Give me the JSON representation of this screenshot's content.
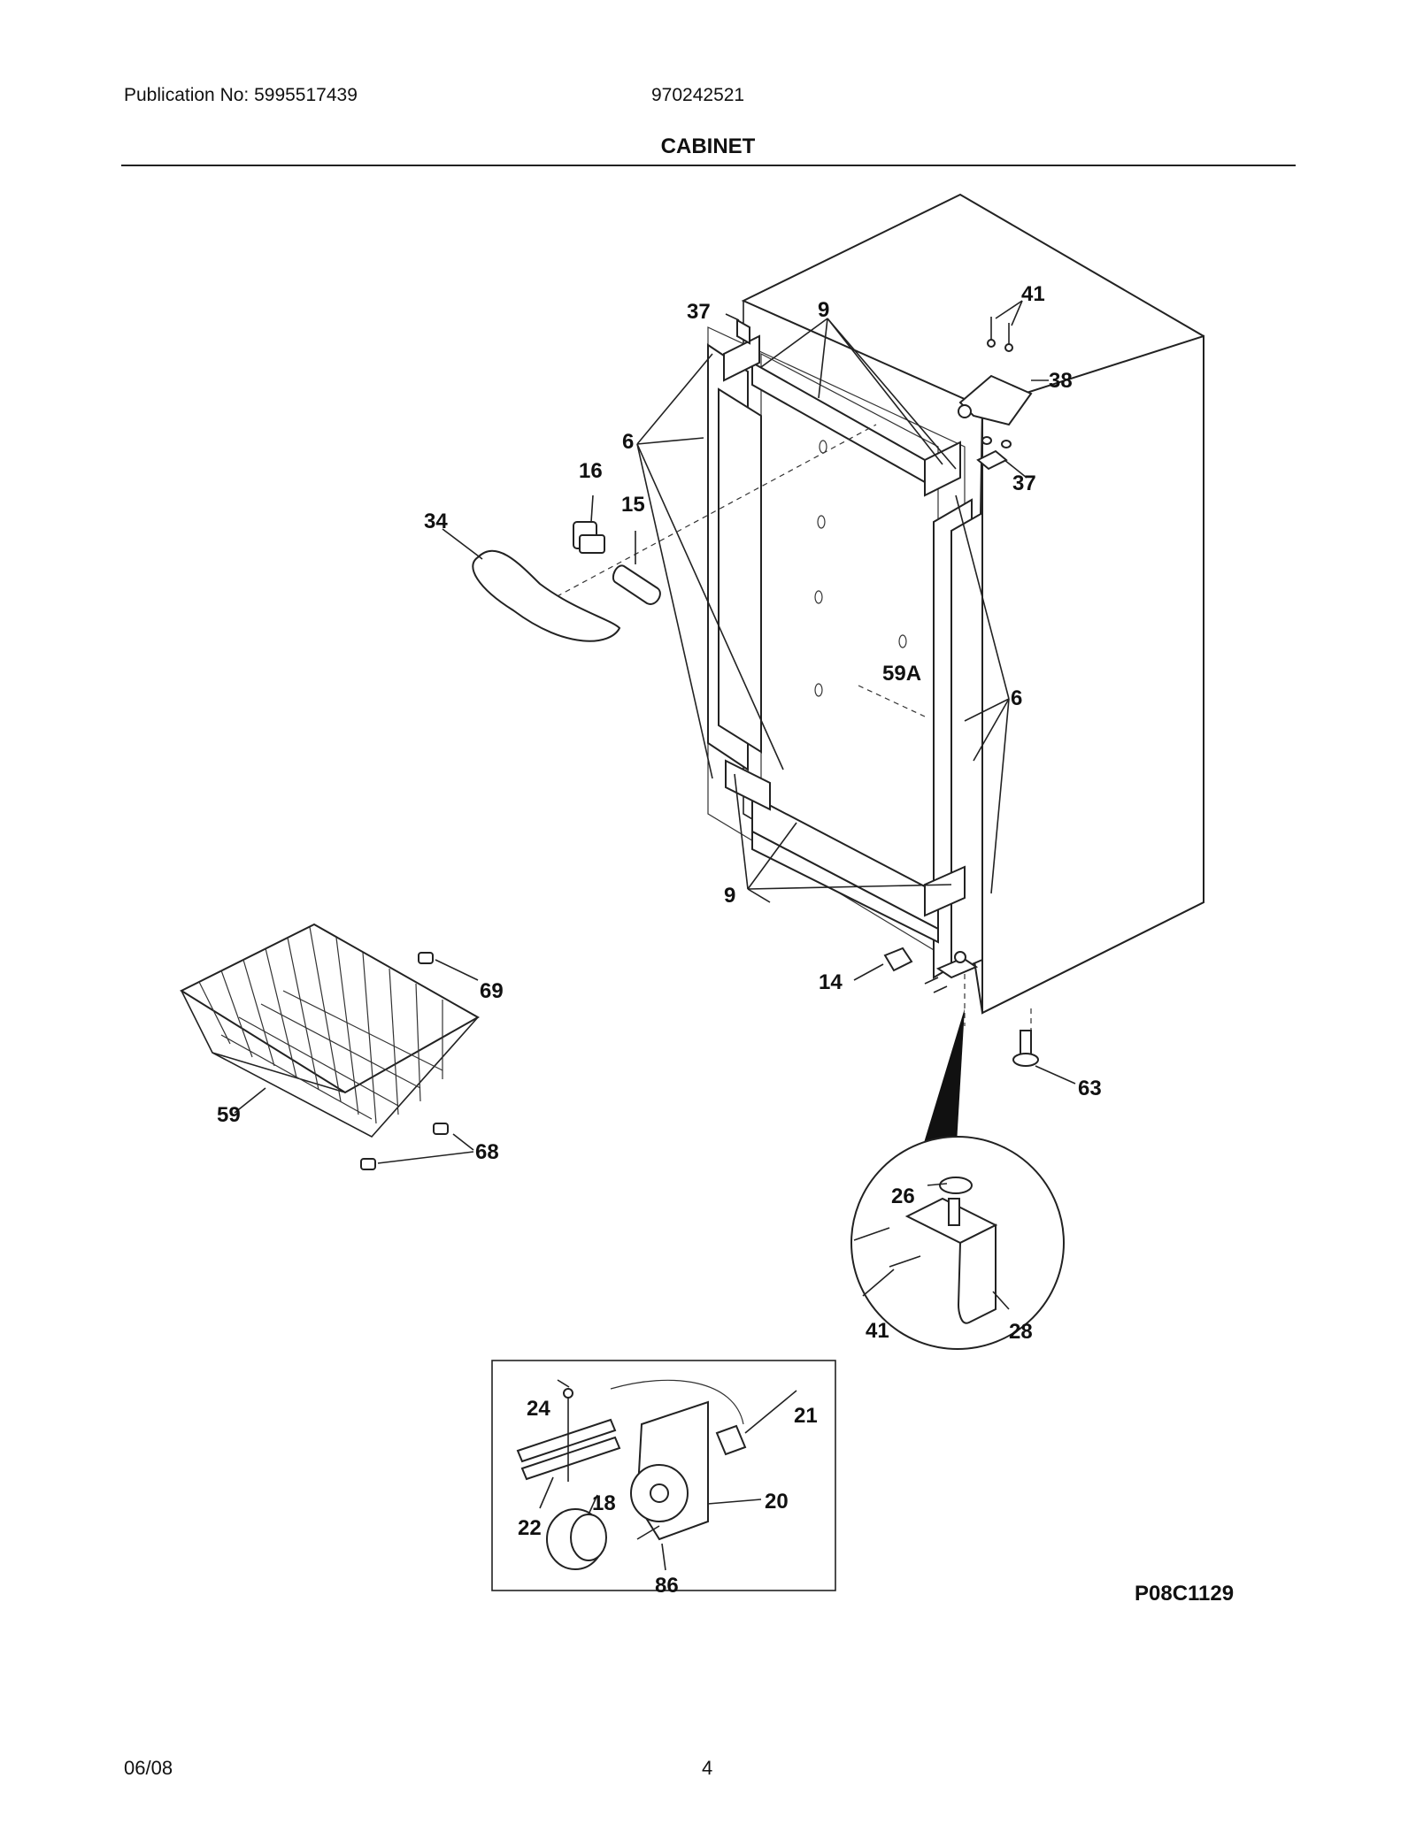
{
  "header": {
    "publication": "Publication No: 5995517439",
    "model": "970242521",
    "title": "CABINET"
  },
  "callouts": {
    "c37a": "37",
    "c9a": "9",
    "c41a": "41",
    "c38": "38",
    "c37b": "37",
    "c6a": "6",
    "c16": "16",
    "c15": "15",
    "c34": "34",
    "c59A": "59A",
    "c6b": "6",
    "c9b": "9",
    "c14": "14",
    "c69": "69",
    "c59": "59",
    "c68": "68",
    "c63": "63",
    "c26": "26",
    "c41b": "41",
    "c28": "28",
    "c24": "24",
    "c21": "21",
    "c18": "18",
    "c22": "22",
    "c20": "20",
    "c86": "86"
  },
  "diagram_ref": "P08C1129",
  "footer": {
    "date": "06/08",
    "page": "4"
  }
}
